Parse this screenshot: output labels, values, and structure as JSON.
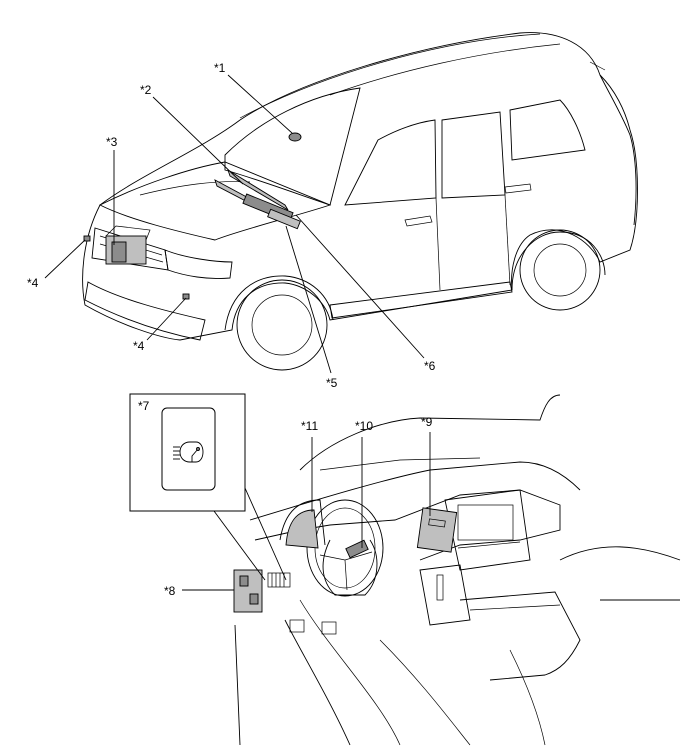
{
  "callouts": {
    "c1": "*1",
    "c2": "*2",
    "c3": "*3",
    "c4a": "*4",
    "c4b": "*4",
    "c5": "*5",
    "c6": "*6",
    "c7": "*7",
    "c8": "*8",
    "c9": "*9",
    "c10": "*10",
    "c11": "*11"
  },
  "icons": {
    "switch_symbol": "headlight-cleaner-icon"
  }
}
